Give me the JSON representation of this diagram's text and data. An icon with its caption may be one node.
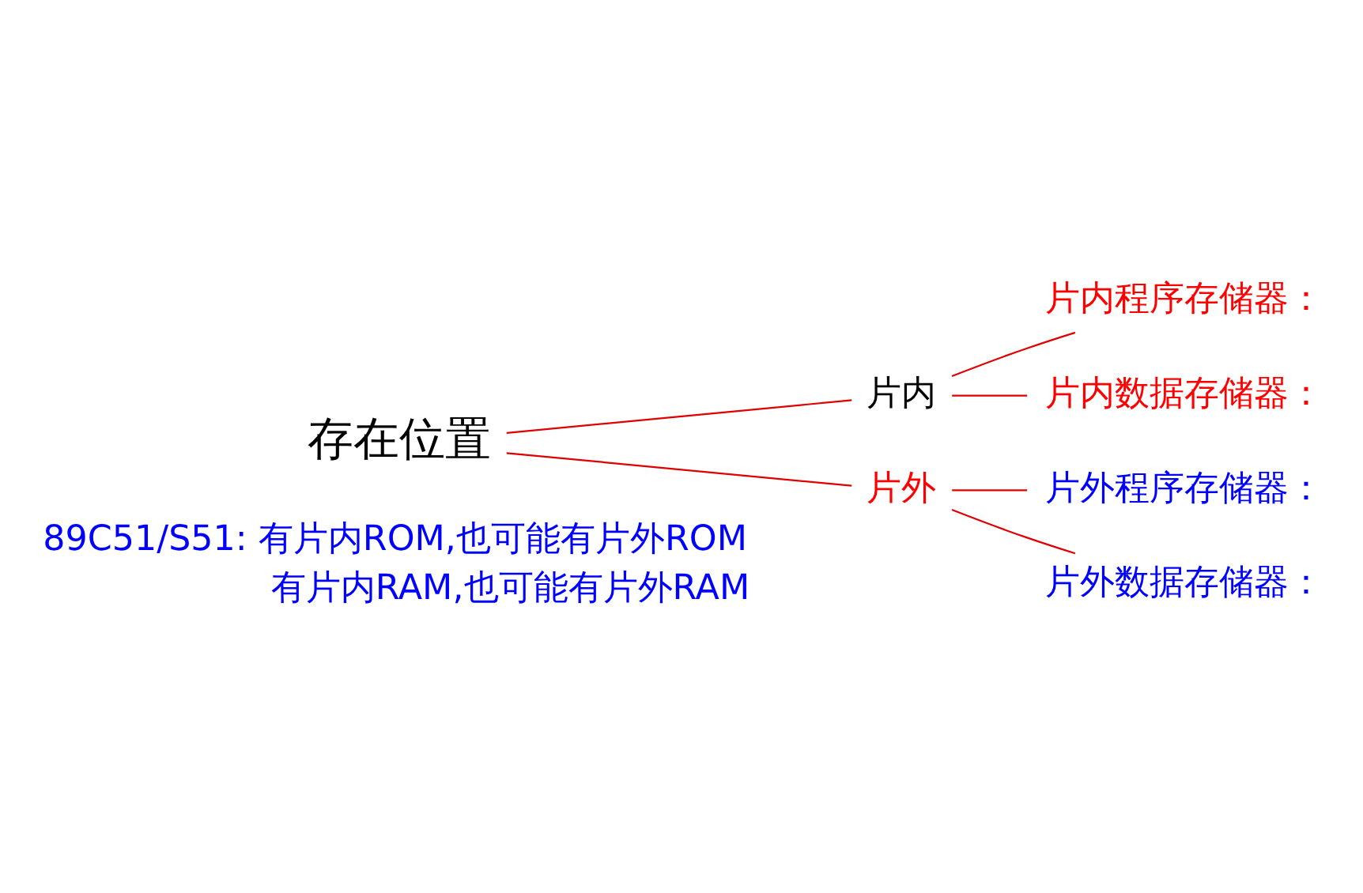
{
  "diagram": {
    "nodes": [
      {
        "text": [
          "存在位置"
        ]
      },
      {
        "text": [
          "片内"
        ]
      },
      {
        "text": [
          "片外"
        ]
      },
      {
        "text": [
          "片内程序存储器："
        ]
      },
      {
        "text": [
          "片内数据存储器："
        ]
      },
      {
        "text": [
          "片外程序存储器："
        ]
      },
      {
        "text": [
          "片外数据存储器："
        ]
      }
    ],
    "edges": [
      {
        "from": 0,
        "to": 1,
        "arrow": "none",
        "color": "#e00000"
      },
      {
        "from": 0,
        "to": 2,
        "arrow": "none",
        "color": "#e00000"
      },
      {
        "from": 1,
        "to": 3,
        "arrow": "none",
        "color": "#e00000"
      },
      {
        "from": 1,
        "to": 4,
        "arrow": "none",
        "color": "#e00000"
      },
      {
        "from": 2,
        "to": 5,
        "arrow": "none",
        "color": "#e00000"
      },
      {
        "from": 2,
        "to": 6,
        "arrow": "none",
        "color": "#e00000"
      }
    ],
    "labels": [
      "89C51/S51: 有片内ROM,也可能有片外ROM",
      "有片内RAM,也可能有片外RAM"
    ]
  }
}
